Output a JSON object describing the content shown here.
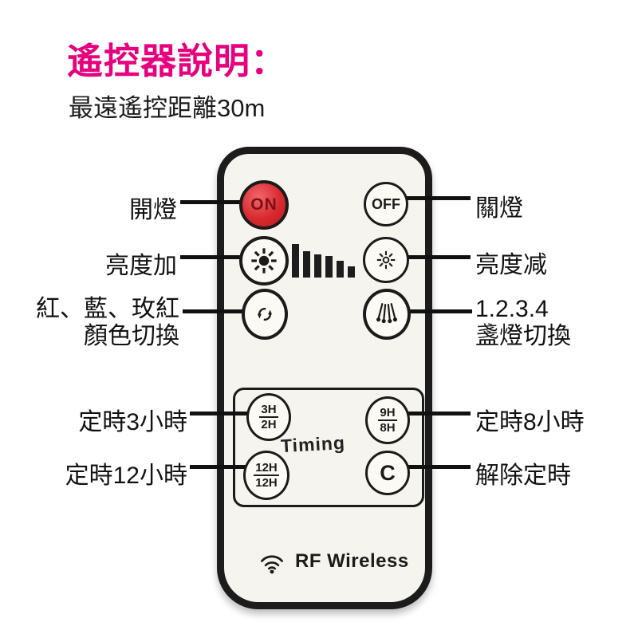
{
  "header": {
    "title": "遙控器說明：",
    "subtitle": "最遠遙控距離30m"
  },
  "remote": {
    "power_on": "ON",
    "power_off": "OFF",
    "timing_title": "Timing",
    "timer_3h": {
      "top": "3H",
      "bottom": "2H"
    },
    "timer_9h": {
      "top": "9H",
      "bottom": "8H"
    },
    "timer_12h": {
      "top": "12H",
      "bottom": "12H"
    },
    "timer_cancel": "C",
    "brand": "RF Wireless",
    "brightness_bars_heights": [
      42,
      33,
      29,
      27,
      21,
      14
    ],
    "icons": {
      "brightness_up": "sun-filled-icon",
      "brightness_down": "sun-outline-icon",
      "color_cycle": "cycle-arrows-icon",
      "lamp_select": "lamp-strings-icon",
      "brand": "wifi-icon"
    }
  },
  "callouts": {
    "on": "開燈",
    "off": "關燈",
    "brightness_up": "亮度加",
    "brightness_down": "亮度减",
    "color_line1": "紅、藍、玫紅",
    "color_line2": "顏色切換",
    "lamp_line1": "1.2.3.4",
    "lamp_line2": "盞燈切換",
    "timer3": "定時3小時",
    "timer8": "定時8小時",
    "timer12": "定時12小時",
    "cancel": "解除定時"
  },
  "colors": {
    "title": "#e6007e",
    "on_button": "#d8292f",
    "ink": "#1b1b1b",
    "remote_body": "#f6f4ee"
  }
}
